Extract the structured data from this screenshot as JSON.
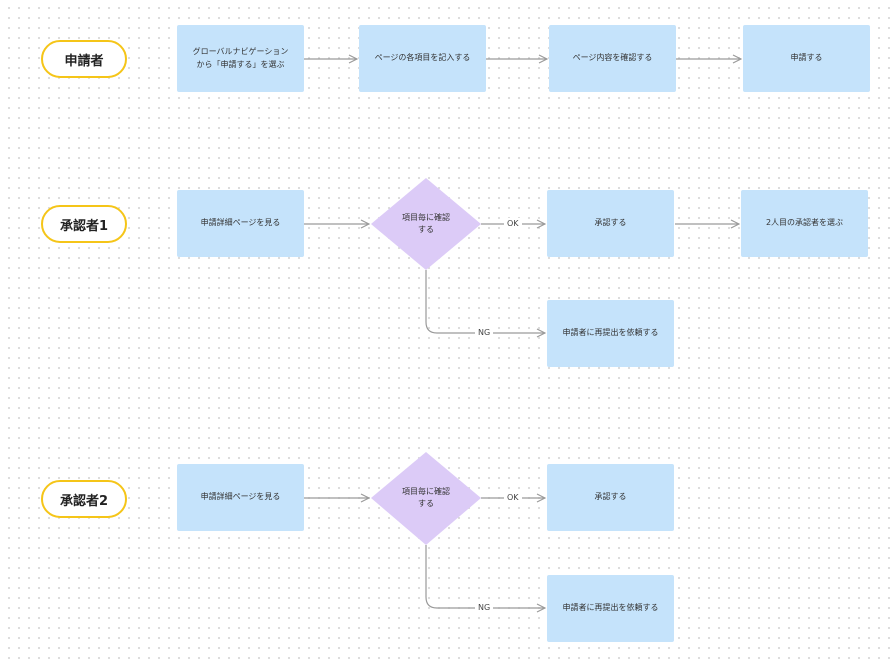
{
  "roles": {
    "applicant": "申請者",
    "approver1": "承認者1",
    "approver2": "承認者2"
  },
  "applicant_flow": {
    "step1": "グローバルナビゲーション\nから「申請する」を選ぶ",
    "step2": "ページの各項目を記入する",
    "step3": "ページ内容を確認する",
    "step4": "申請する"
  },
  "approver1_flow": {
    "view": "申請詳細ページを見る",
    "decision": "項目毎に確認\nする",
    "ok_label": "OK",
    "approve": "承認する",
    "next": "2人目の承認者を選ぶ",
    "ng_label": "NG",
    "resubmit": "申請者に再提出を依頼する"
  },
  "approver2_flow": {
    "view": "申請詳細ページを見る",
    "decision": "項目毎に確認\nする",
    "ok_label": "OK",
    "approve": "承認する",
    "ng_label": "NG",
    "resubmit": "申請者に再提出を依頼する"
  },
  "colors": {
    "process_fill": "#c5e3fb",
    "decision_fill": "#dccbf7",
    "role_border": "#f5c518",
    "connector": "#9a9a9a"
  }
}
